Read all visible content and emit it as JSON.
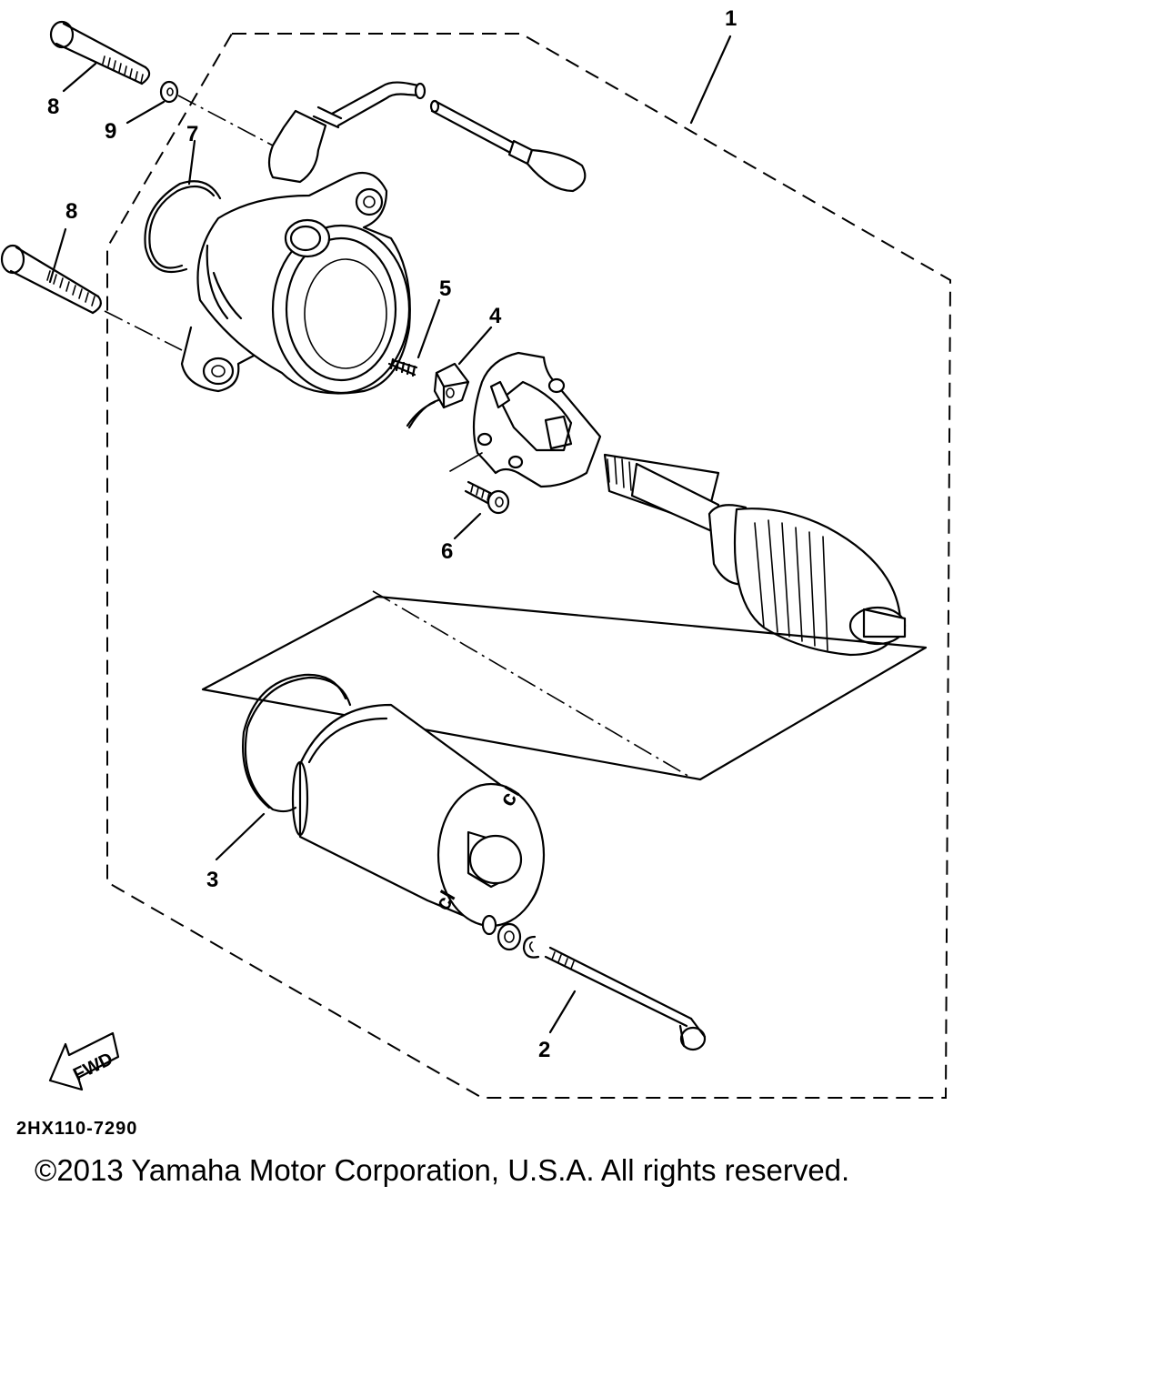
{
  "callouts": [
    {
      "id": "1",
      "label": "1"
    },
    {
      "id": "2",
      "label": "2"
    },
    {
      "id": "3",
      "label": "3"
    },
    {
      "id": "4",
      "label": "4"
    },
    {
      "id": "5",
      "label": "5"
    },
    {
      "id": "6",
      "label": "6"
    },
    {
      "id": "7",
      "label": "7"
    },
    {
      "id": "8a",
      "label": "8"
    },
    {
      "id": "8b",
      "label": "8"
    },
    {
      "id": "9",
      "label": "9"
    }
  ],
  "fwd_label": "FWD",
  "diagram_code": "2HX110-7290",
  "copyright": "©2013 Yamaha Motor Corporation, U.S.A. All rights reserved."
}
